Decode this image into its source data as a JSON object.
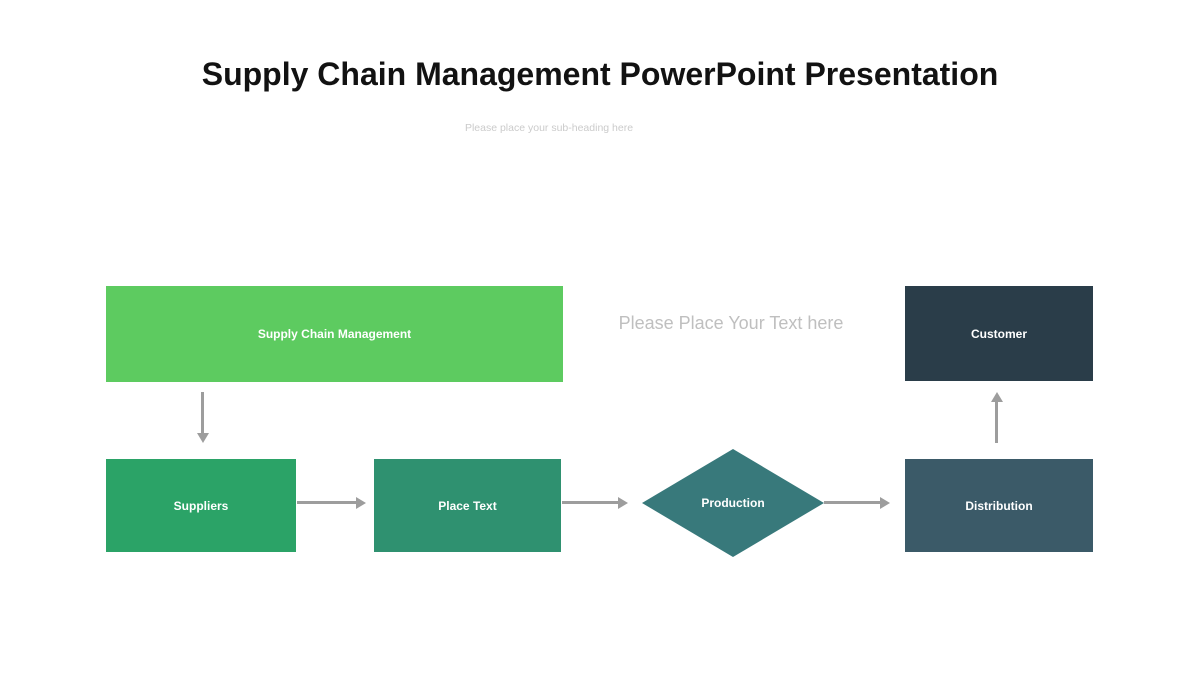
{
  "slide": {
    "title": "Supply Chain Management PowerPoint Presentation",
    "subtitle": "Please place your sub-heading here",
    "placeholder_text": "Please Place Your Text here"
  },
  "nodes": {
    "scm": {
      "label": "Supply Chain Management",
      "shape": "rectangle",
      "color": "#5DCB60"
    },
    "suppliers": {
      "label": "Suppliers",
      "shape": "rectangle",
      "color": "#2BA367"
    },
    "place_text": {
      "label": "Place Text",
      "shape": "rectangle",
      "color": "#2F9170"
    },
    "production": {
      "label": "Production",
      "shape": "diamond",
      "color": "#38797B"
    },
    "distribution": {
      "label": "Distribution",
      "shape": "rectangle",
      "color": "#3B5A68"
    },
    "customer": {
      "label": "Customer",
      "shape": "rectangle",
      "color": "#2A3D49"
    }
  },
  "arrows": [
    {
      "from": "Supply Chain Management",
      "to": "Suppliers",
      "direction": "down"
    },
    {
      "from": "Suppliers",
      "to": "Place Text",
      "direction": "right"
    },
    {
      "from": "Place Text",
      "to": "Production",
      "direction": "right"
    },
    {
      "from": "Production",
      "to": "Distribution",
      "direction": "right"
    },
    {
      "from": "Distribution",
      "to": "Customer",
      "direction": "up"
    }
  ],
  "colors": {
    "background": "#FFFFFF",
    "title_text": "#121212",
    "muted_text": "#CBCBCB",
    "placeholder_text": "#BFBFBF",
    "arrow_gray": "#9D9D9D"
  }
}
